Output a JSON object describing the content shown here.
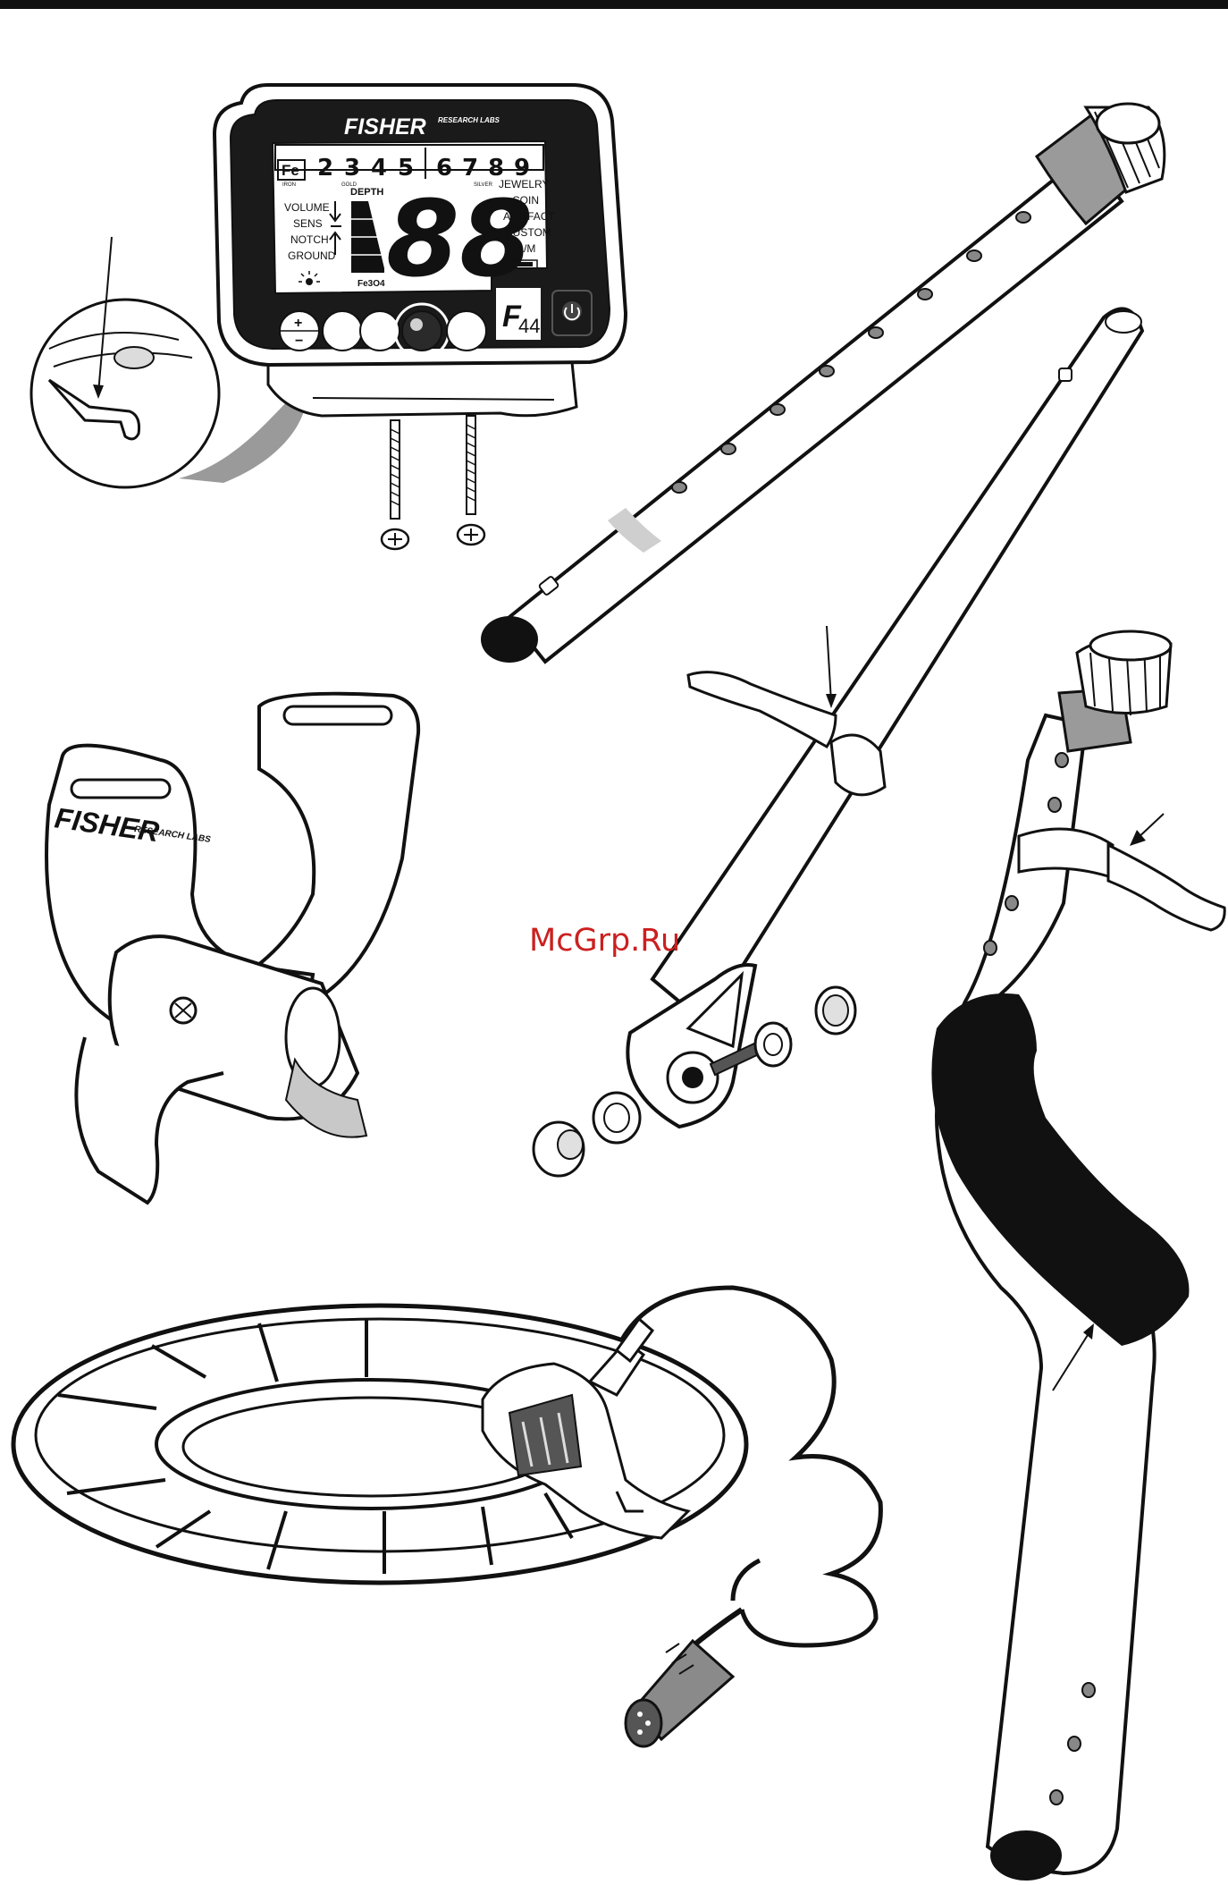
{
  "control_box": {
    "brand": "FISHER",
    "brand_sub": "RESEARCH LABS",
    "fe_label": "Fe",
    "iron_label": "IRON",
    "digits": [
      "2",
      "3",
      "4",
      "5",
      "6",
      "7",
      "8",
      "9"
    ],
    "gold_label": "GOLD",
    "silver_label": "SILVER",
    "depth_label": "DEPTH",
    "big_number": "88",
    "left_labels": [
      "VOLUME",
      "SENS",
      "NOTCH",
      "GROUND"
    ],
    "right_labels": [
      "JEWELRY",
      "COIN",
      "ARTIFACT",
      "CUSTOM",
      "A/M"
    ],
    "fe3o4_label": "Fe3O4",
    "plus_label": "+",
    "minus_label": "−",
    "model_label": "F",
    "model_number": "44"
  },
  "armrest": {
    "brand": "FISHER",
    "brand_sub": "RESEARCH LABS"
  },
  "watermark": "McGrp.Ru"
}
